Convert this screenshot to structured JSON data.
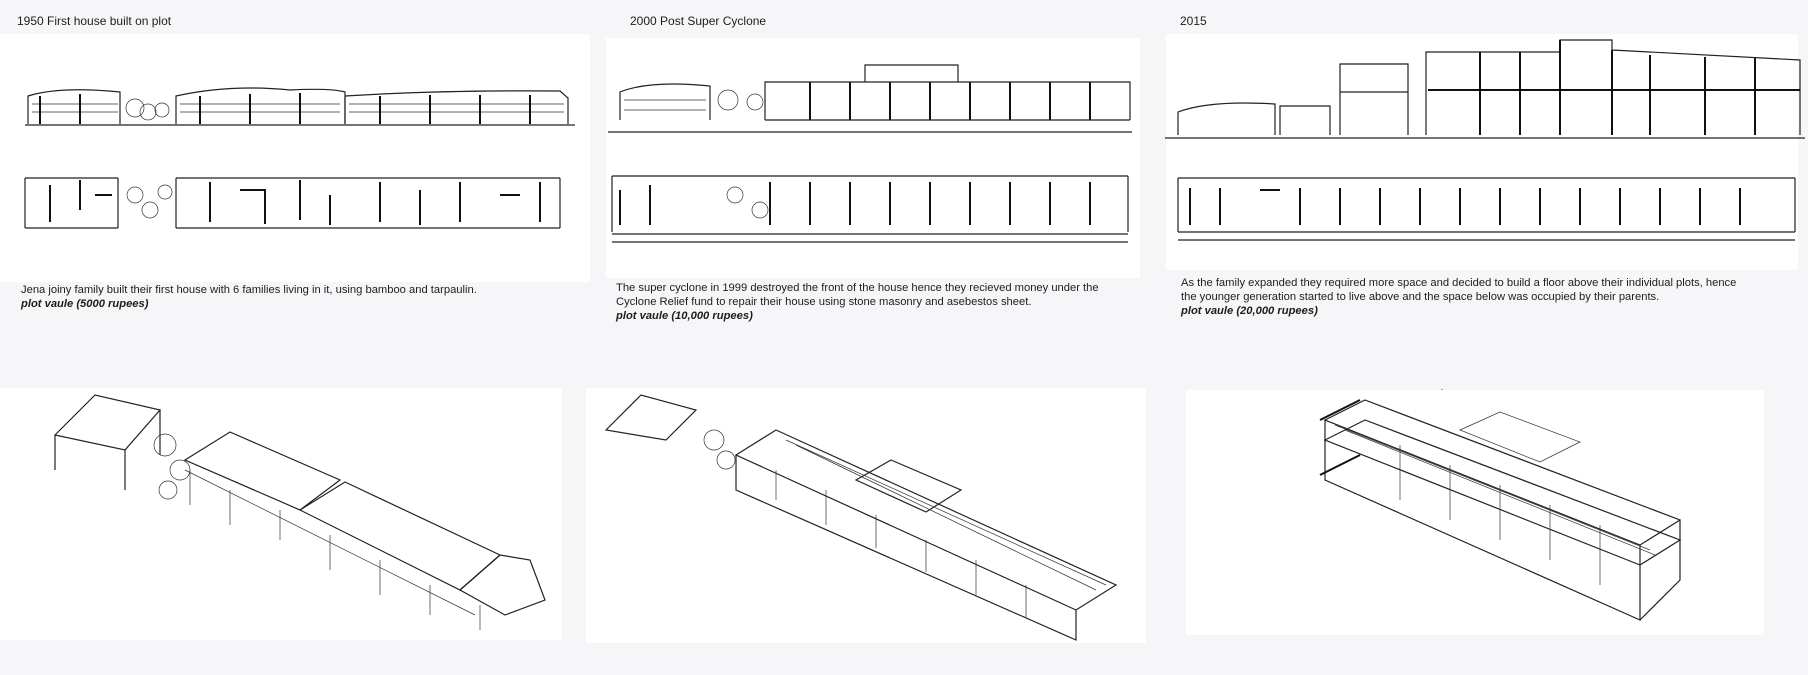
{
  "panels": [
    {
      "title": "1950 First house built on plot",
      "description": "Jena joiny family built their first house with 6 families living in it, using bamboo and tarpaulin.",
      "plot_value": "plot vaule (5000 rupees)"
    },
    {
      "title": "2000 Post Super Cyclone",
      "description_lines": [
        "The super cyclone in 1999 destroyed the front of the house hence they recieved money under the",
        "Cyclone Relief fund  to repair their house using stone masonry and asebestos sheet."
      ],
      "plot_value": "plot vaule (10,000 rupees)"
    },
    {
      "title": "2015",
      "description_lines": [
        "As the family expanded they required more space and decided to build a floor above their individual plots, hence",
        "the younger generation started to live above and the space below was occupied by their parents."
      ],
      "plot_value": "plot vaule (20,000 rupees)"
    }
  ],
  "colors": {
    "background": "#f6f6f8",
    "sheet": "#ffffff",
    "ink": "#1d1d1d"
  }
}
